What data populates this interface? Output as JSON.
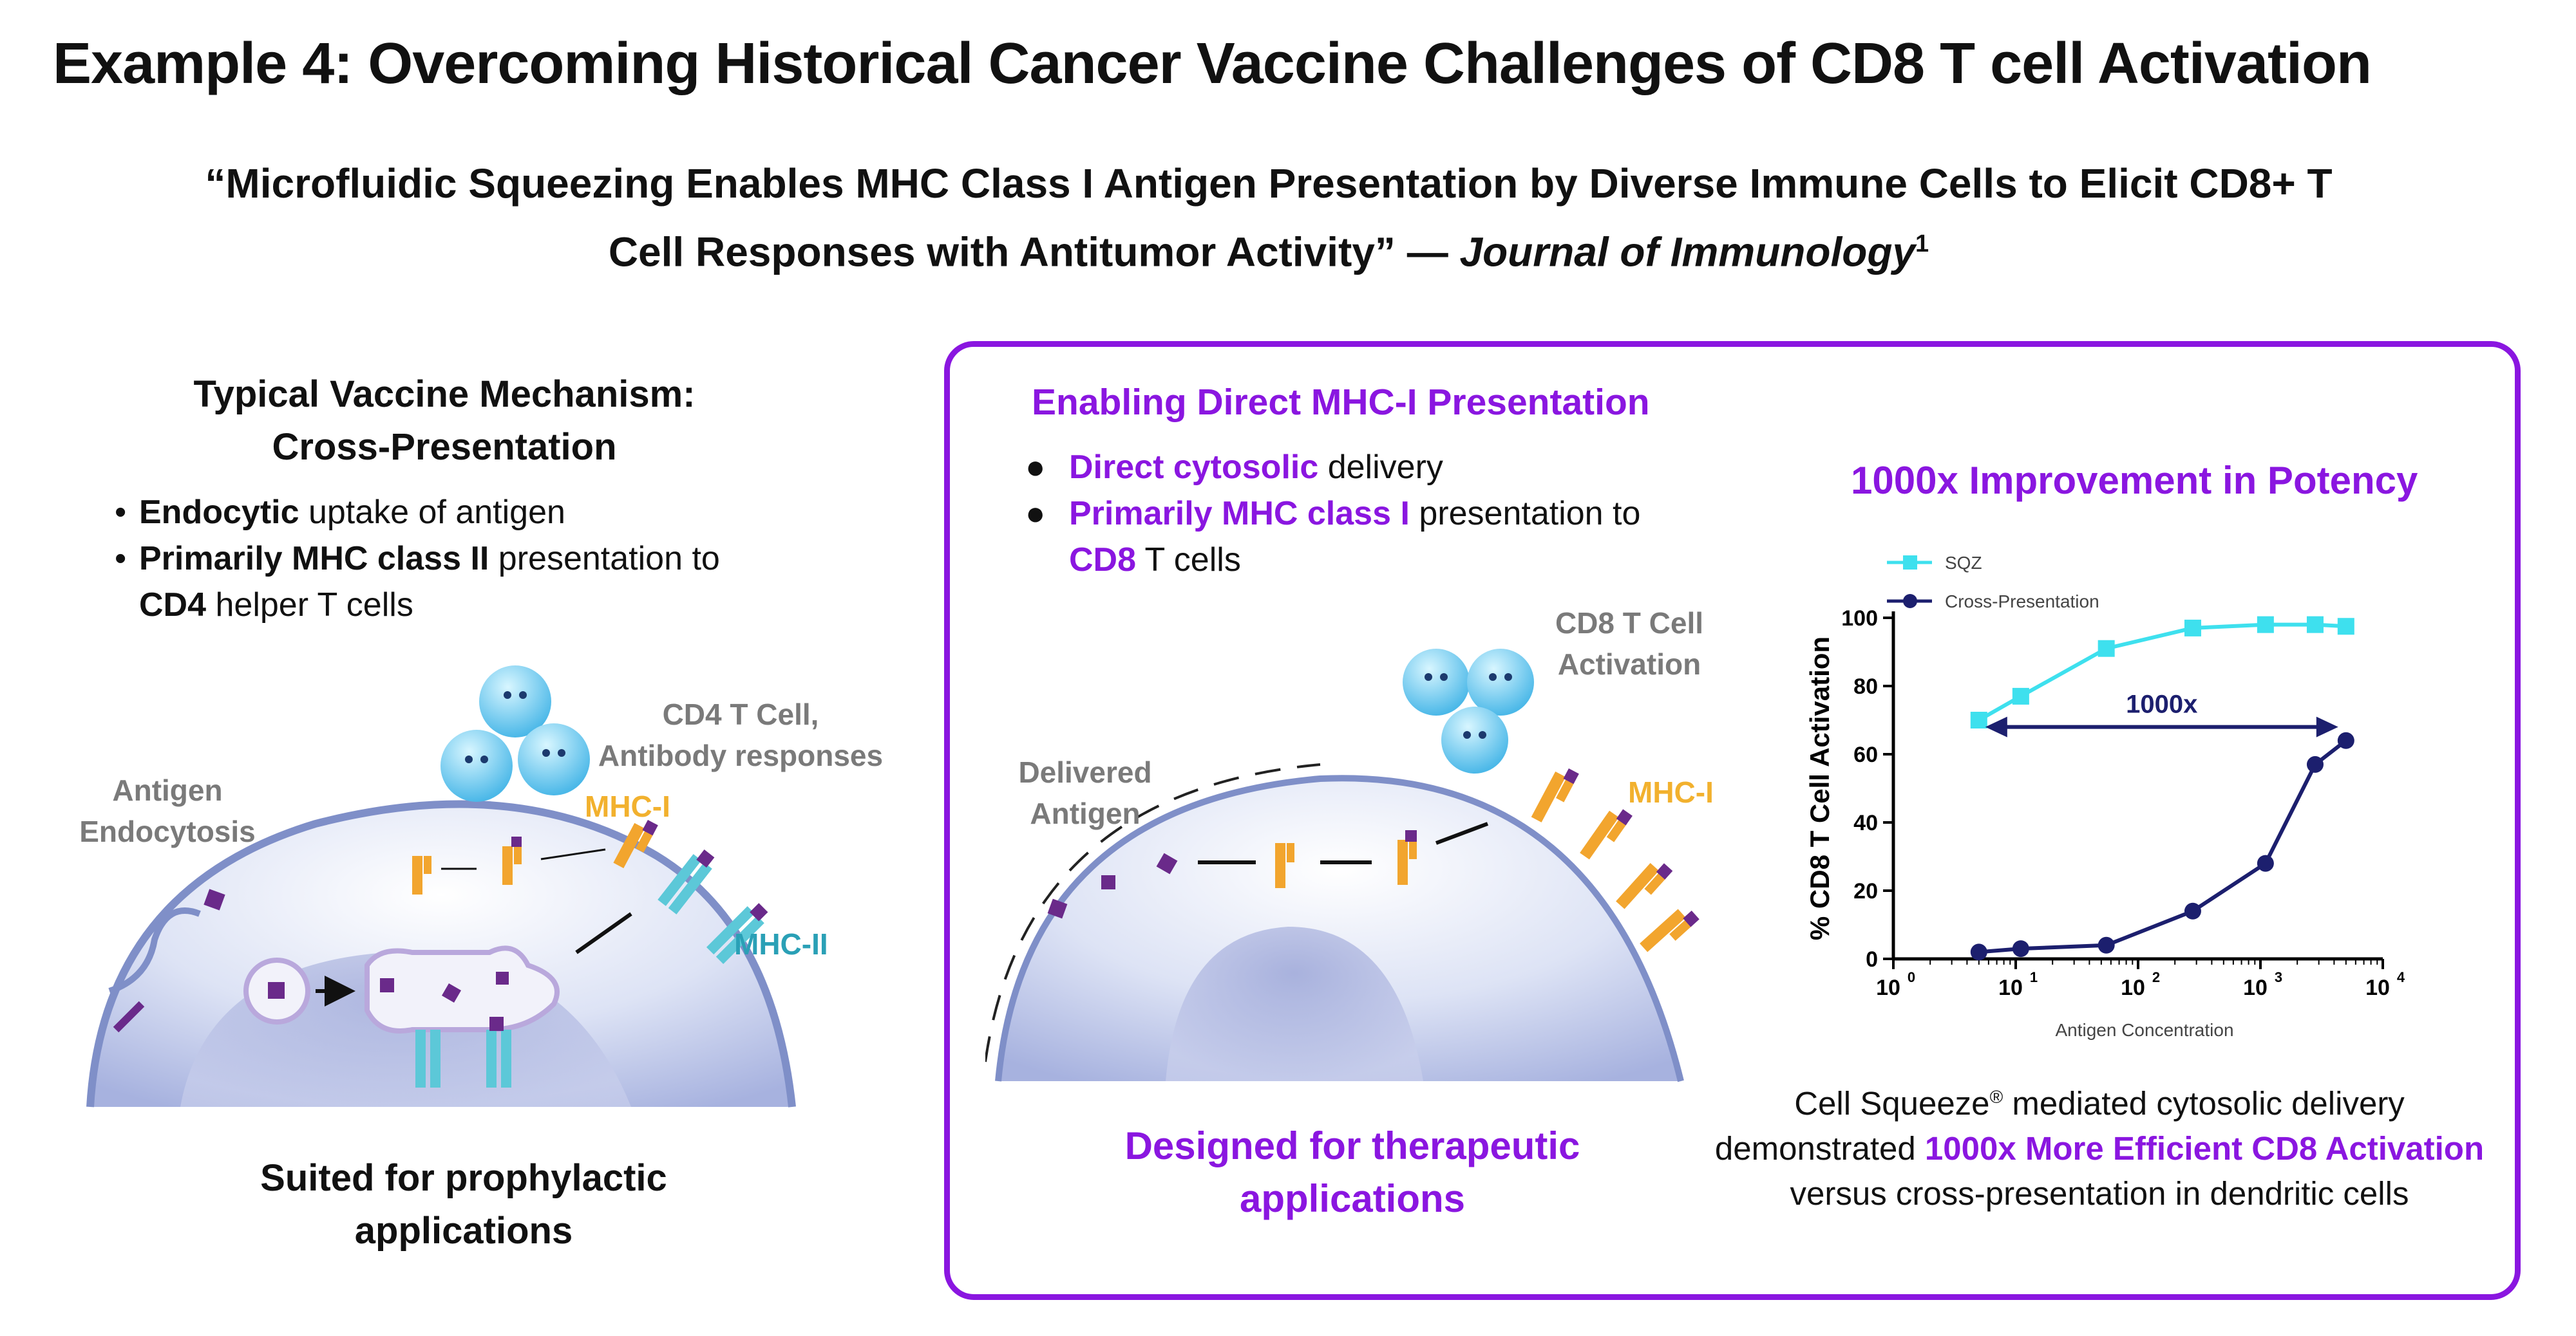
{
  "header": {
    "title": "Example 4: Overcoming Historical Cancer Vaccine Challenges of CD8 T cell Activation",
    "quote_text": "“Microfluidic Squeezing Enables MHC Class I Antigen Presentation by Diverse Immune Cells to Elicit CD8+ T Cell Responses with Antitumor Activity” — ",
    "journal": "Journal of Immunology",
    "footnote": "1"
  },
  "left_panel": {
    "heading_line1": "Typical Vaccine Mechanism:",
    "heading_line2": "Cross-Presentation",
    "bullet1_bold": "Endocytic",
    "bullet1_rest": " uptake of antigen",
    "bullet2_bold": "Primarily MHC class II",
    "bullet2_rest": " presentation to",
    "bullet2_line2_bold": "CD4",
    "bullet2_line2_rest": " helper T cells",
    "label_antigen_line1": "Antigen",
    "label_antigen_line2": "Endocytosis",
    "label_cd4_line1": "CD4 T Cell,",
    "label_cd4_line2": "Antibody responses",
    "label_mhc1": "MHC-I",
    "label_mhc2": "MHC-II",
    "caption_line1": "Suited for prophylactic",
    "caption_line2": "applications",
    "bullet_char": "•"
  },
  "middle_panel": {
    "heading": "Enabling Direct MHC-I Presentation",
    "bullet1_colored": "Direct cytosolic",
    "bullet1_rest": " delivery",
    "bullet2_colored": "Primarily MHC class I",
    "bullet2_rest": " presentation to",
    "bullet2_line2_colored": "CD8",
    "bullet2_line2_rest": " T cells",
    "label_delivered_line1": "Delivered",
    "label_delivered_line2": "Antigen",
    "label_cd8_line1": "CD8 T Cell",
    "label_cd8_line2": "Activation",
    "label_mhc1": "MHC-I",
    "caption_line1": "Designed for therapeutic",
    "caption_line2": "applications",
    "bullet_char": "●"
  },
  "right_panel": {
    "chart_title": "1000x Improvement in Potency",
    "caption_part1": "Cell Squeeze",
    "caption_reg": "®",
    "caption_part2": " mediated cytosolic delivery",
    "caption_part3": "demonstrated ",
    "caption_highlight": "1000x More Efficient CD8 Activation",
    "caption_part4": "versus cross-presentation in dendritic cells"
  },
  "colors": {
    "accent_purple": "#8a16e0",
    "sqz_cyan": "#3ee0ee",
    "cross_navy": "#1c1f6e",
    "mhc1_orange": "#f2a52e",
    "mhc2_teal": "#5cc8d8",
    "antigen_purple": "#6a2a8a"
  },
  "chart_data": {
    "type": "line",
    "xlabel": "Antigen Concentration",
    "ylabel": "% CD8 T Cell Activation",
    "x_scale": "log",
    "xlim": [
      1,
      10000
    ],
    "ylim": [
      0,
      100
    ],
    "x_ticks": [
      "10",
      "10",
      "10",
      "10",
      "10"
    ],
    "x_tick_exponents": [
      "0",
      "1",
      "2",
      "3",
      "4"
    ],
    "y_ticks": [
      "0",
      "20",
      "40",
      "60",
      "80",
      "100"
    ],
    "legend_position": "top-left",
    "annotation": "1000x",
    "grid": false,
    "series": [
      {
        "name": "SQZ",
        "marker": "square",
        "x": [
          5,
          11,
          55,
          280,
          1100,
          2800,
          5000
        ],
        "y": [
          70,
          77,
          91,
          97,
          98,
          98,
          97.5
        ]
      },
      {
        "name": "Cross-Presentation",
        "marker": "circle",
        "x": [
          5,
          11,
          55,
          280,
          1100,
          2800,
          5000
        ],
        "y": [
          2,
          3,
          4,
          14,
          28,
          57,
          64
        ]
      }
    ]
  }
}
